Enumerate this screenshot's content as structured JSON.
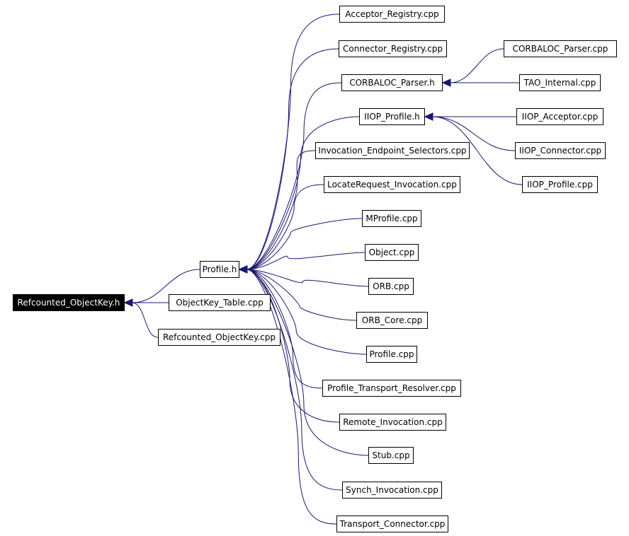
{
  "diagram": {
    "colors": {
      "edge": "#191970",
      "node_border": "#000000",
      "root_fill": "#000000",
      "root_text": "#ffffff"
    },
    "nodes": {
      "root": {
        "label": "Refcounted_ObjectKey.h"
      },
      "profile_h": {
        "label": "Profile.h"
      },
      "objectkey_table_cpp": {
        "label": "ObjectKey_Table.cpp"
      },
      "refcounted_objectkey_cpp": {
        "label": "Refcounted_ObjectKey.cpp"
      },
      "acceptor_registry_cpp": {
        "label": "Acceptor_Registry.cpp"
      },
      "connector_registry_cpp": {
        "label": "Connector_Registry.cpp"
      },
      "corbaloc_parser_h": {
        "label": "CORBALOC_Parser.h"
      },
      "iiop_profile_h": {
        "label": "IIOP_Profile.h"
      },
      "invocation_endpoint_selectors_cpp": {
        "label": "Invocation_Endpoint_Selectors.cpp"
      },
      "locaterequest_invocation_cpp": {
        "label": "LocateRequest_Invocation.cpp"
      },
      "mprofile_cpp": {
        "label": "MProfile.cpp"
      },
      "object_cpp": {
        "label": "Object.cpp"
      },
      "orb_cpp": {
        "label": "ORB.cpp"
      },
      "orb_core_cpp": {
        "label": "ORB_Core.cpp"
      },
      "profile_cpp": {
        "label": "Profile.cpp"
      },
      "profile_transport_resolver_cpp": {
        "label": "Profile_Transport_Resolver.cpp"
      },
      "remote_invocation_cpp": {
        "label": "Remote_Invocation.cpp"
      },
      "stub_cpp": {
        "label": "Stub.cpp"
      },
      "synch_invocation_cpp": {
        "label": "Synch_Invocation.cpp"
      },
      "transport_connector_cpp": {
        "label": "Transport_Connector.cpp"
      },
      "corbaloc_parser_cpp": {
        "label": "CORBALOC_Parser.cpp"
      },
      "tao_internal_cpp": {
        "label": "TAO_Internal.cpp"
      },
      "iiop_acceptor_cpp": {
        "label": "IIOP_Acceptor.cpp"
      },
      "iiop_connector_cpp": {
        "label": "IIOP_Connector.cpp"
      },
      "iiop_profile_cpp": {
        "label": "IIOP_Profile.cpp"
      }
    },
    "edges": [
      {
        "from": "profile_h",
        "to": "root"
      },
      {
        "from": "objectkey_table_cpp",
        "to": "root"
      },
      {
        "from": "refcounted_objectkey_cpp",
        "to": "root"
      },
      {
        "from": "acceptor_registry_cpp",
        "to": "profile_h"
      },
      {
        "from": "connector_registry_cpp",
        "to": "profile_h"
      },
      {
        "from": "corbaloc_parser_h",
        "to": "profile_h"
      },
      {
        "from": "iiop_profile_h",
        "to": "profile_h"
      },
      {
        "from": "invocation_endpoint_selectors_cpp",
        "to": "profile_h"
      },
      {
        "from": "locaterequest_invocation_cpp",
        "to": "profile_h"
      },
      {
        "from": "mprofile_cpp",
        "to": "profile_h"
      },
      {
        "from": "object_cpp",
        "to": "profile_h"
      },
      {
        "from": "orb_cpp",
        "to": "profile_h"
      },
      {
        "from": "orb_core_cpp",
        "to": "profile_h"
      },
      {
        "from": "profile_cpp",
        "to": "profile_h"
      },
      {
        "from": "profile_transport_resolver_cpp",
        "to": "profile_h"
      },
      {
        "from": "remote_invocation_cpp",
        "to": "profile_h"
      },
      {
        "from": "stub_cpp",
        "to": "profile_h"
      },
      {
        "from": "synch_invocation_cpp",
        "to": "profile_h"
      },
      {
        "from": "transport_connector_cpp",
        "to": "profile_h"
      },
      {
        "from": "corbaloc_parser_cpp",
        "to": "corbaloc_parser_h"
      },
      {
        "from": "tao_internal_cpp",
        "to": "corbaloc_parser_h"
      },
      {
        "from": "iiop_acceptor_cpp",
        "to": "iiop_profile_h"
      },
      {
        "from": "iiop_connector_cpp",
        "to": "iiop_profile_h"
      },
      {
        "from": "iiop_profile_cpp",
        "to": "iiop_profile_h"
      }
    ]
  }
}
